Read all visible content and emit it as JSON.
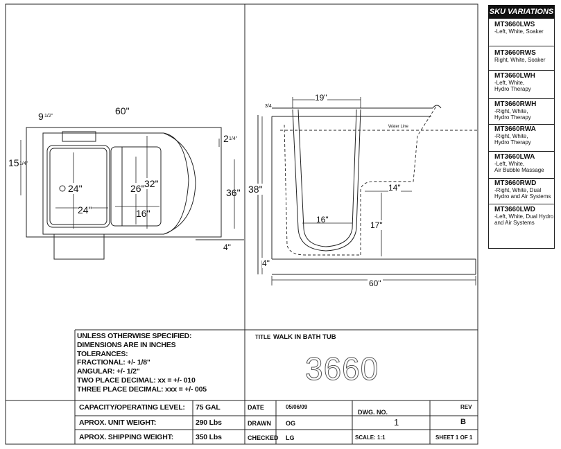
{
  "top_view": {
    "dim_60": "60\"",
    "dim_9_main": "9",
    "dim_9_frac": "1/2\"",
    "dim_15_main": "15",
    "dim_15_frac": "1/4\"",
    "dim_2_main": "2",
    "dim_2_frac": "1/4\"",
    "dim_36": "36\"",
    "dim_4": "4\"",
    "dim_24_vert": "24\"",
    "dim_24_horiz": "24\"",
    "dim_26": "26\"",
    "dim_32": "32\"",
    "dim_16": "16\""
  },
  "side_view": {
    "dim_19": "19\"",
    "dim_3_4": "3/4",
    "dim_38": "38\"",
    "water_line": "Water Line",
    "dim_14": "14\"",
    "dim_16": "16\"",
    "dim_17": "17\"",
    "dim_4": "4\"",
    "dim_60": "60\""
  },
  "sku": {
    "title": "SKU VARIATIONS",
    "items": [
      {
        "code": "MT3660LWS",
        "desc": "-Left, White, Soaker"
      },
      {
        "code": "MT3660RWS",
        "desc": " Right, White, Soaker"
      },
      {
        "code": "MT3660LWH",
        "desc": "-Left, White,\nHydro Therapy"
      },
      {
        "code": "MT3660RWH",
        "desc": "-Right, White,\nHydro Therapy"
      },
      {
        "code": "MT3660RWA",
        "desc": "-Right, White,\nHydro Therapy"
      },
      {
        "code": "MT3660LWA",
        "desc": "-Left,  White,\n Air Bubble Massage"
      },
      {
        "code": "MT3660RWD",
        "desc": "-Right, White, Dual\nHydro and Air Systems"
      },
      {
        "code": "MT3660LWD",
        "desc": "-Left, White, Dual Hydro\nand Air Systems"
      }
    ]
  },
  "notes": [
    "UNLESS OTHERWISE SPECIFIED:",
    "DIMENSIONS ARE IN INCHES",
    "TOLERANCES:",
    "FRACTIONAL: +/- 1/8\"",
    "ANGULAR: +/- 1/2\"",
    "TWO PLACE DECIMAL: xx = +/- 010",
    "THREE PLACE DECIMAL: xxx = +/- 005"
  ],
  "title_block": {
    "title_label": "TITLE",
    "title_value": "WALK IN BATH TUB",
    "part_number": "3660",
    "rows": [
      {
        "label": "CAPACITY/OPERATING LEVEL:",
        "value": "75 GAL"
      },
      {
        "label": "APROX. UNIT WEIGHT:",
        "value": "290 Lbs"
      },
      {
        "label": "APROX. SHIPPING WEIGHT:",
        "value": "350 Lbs"
      }
    ],
    "date_label": "DATE",
    "date_value": "05/06/09",
    "drawn_label": "DRAWN",
    "drawn_value": "OG",
    "checked_label": "CHECKED",
    "checked_value": "LG",
    "dwg_label": "DWG. NO.",
    "dwg_value": "1",
    "rev_label": "REV",
    "rev_value": "B",
    "scale": "SCALE: 1:1",
    "sheet": "SHEET 1 OF 1"
  }
}
